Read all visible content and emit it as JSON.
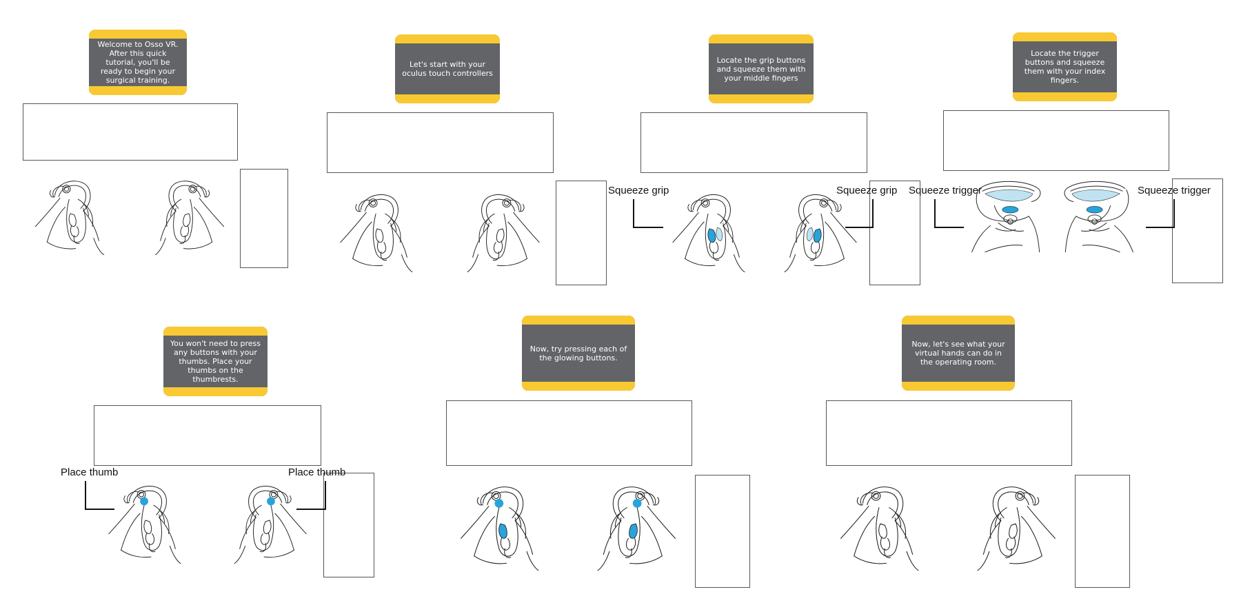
{
  "colors": {
    "card_body": "#626467",
    "card_stripe": "#f8c932",
    "glow": "#29a3db",
    "glow_light": "#bfe3f1"
  },
  "steps": [
    {
      "message": "Welcome to Osso VR. After this quick tutorial, you'll be ready to begin your surgical training."
    },
    {
      "message": "Let's start with your oculus touch controllers"
    },
    {
      "message": "Locate the grip buttons and squeeze them with your middle fingers"
    },
    {
      "message": "Locate the trigger buttons and squeeze them with your index fingers."
    },
    {
      "message": "You won't need to press any buttons with your thumbs. Place your thumbs on the thumbrests."
    },
    {
      "message": "Now, try pressing each of the glowing buttons."
    },
    {
      "message": "Now, let's see what your virtual hands can do in the operating room."
    }
  ],
  "callouts": {
    "grip_left": "Squeeze grip",
    "grip_right": "Squeeze grip",
    "trigger_left": "Squeeze trigger",
    "trigger_right": "Squeeze trigger",
    "thumb_left": "Place thumb",
    "thumb_right": "Place thumb"
  },
  "hand_icons": [
    "left-controller-hand-icon",
    "right-controller-hand-icon"
  ]
}
